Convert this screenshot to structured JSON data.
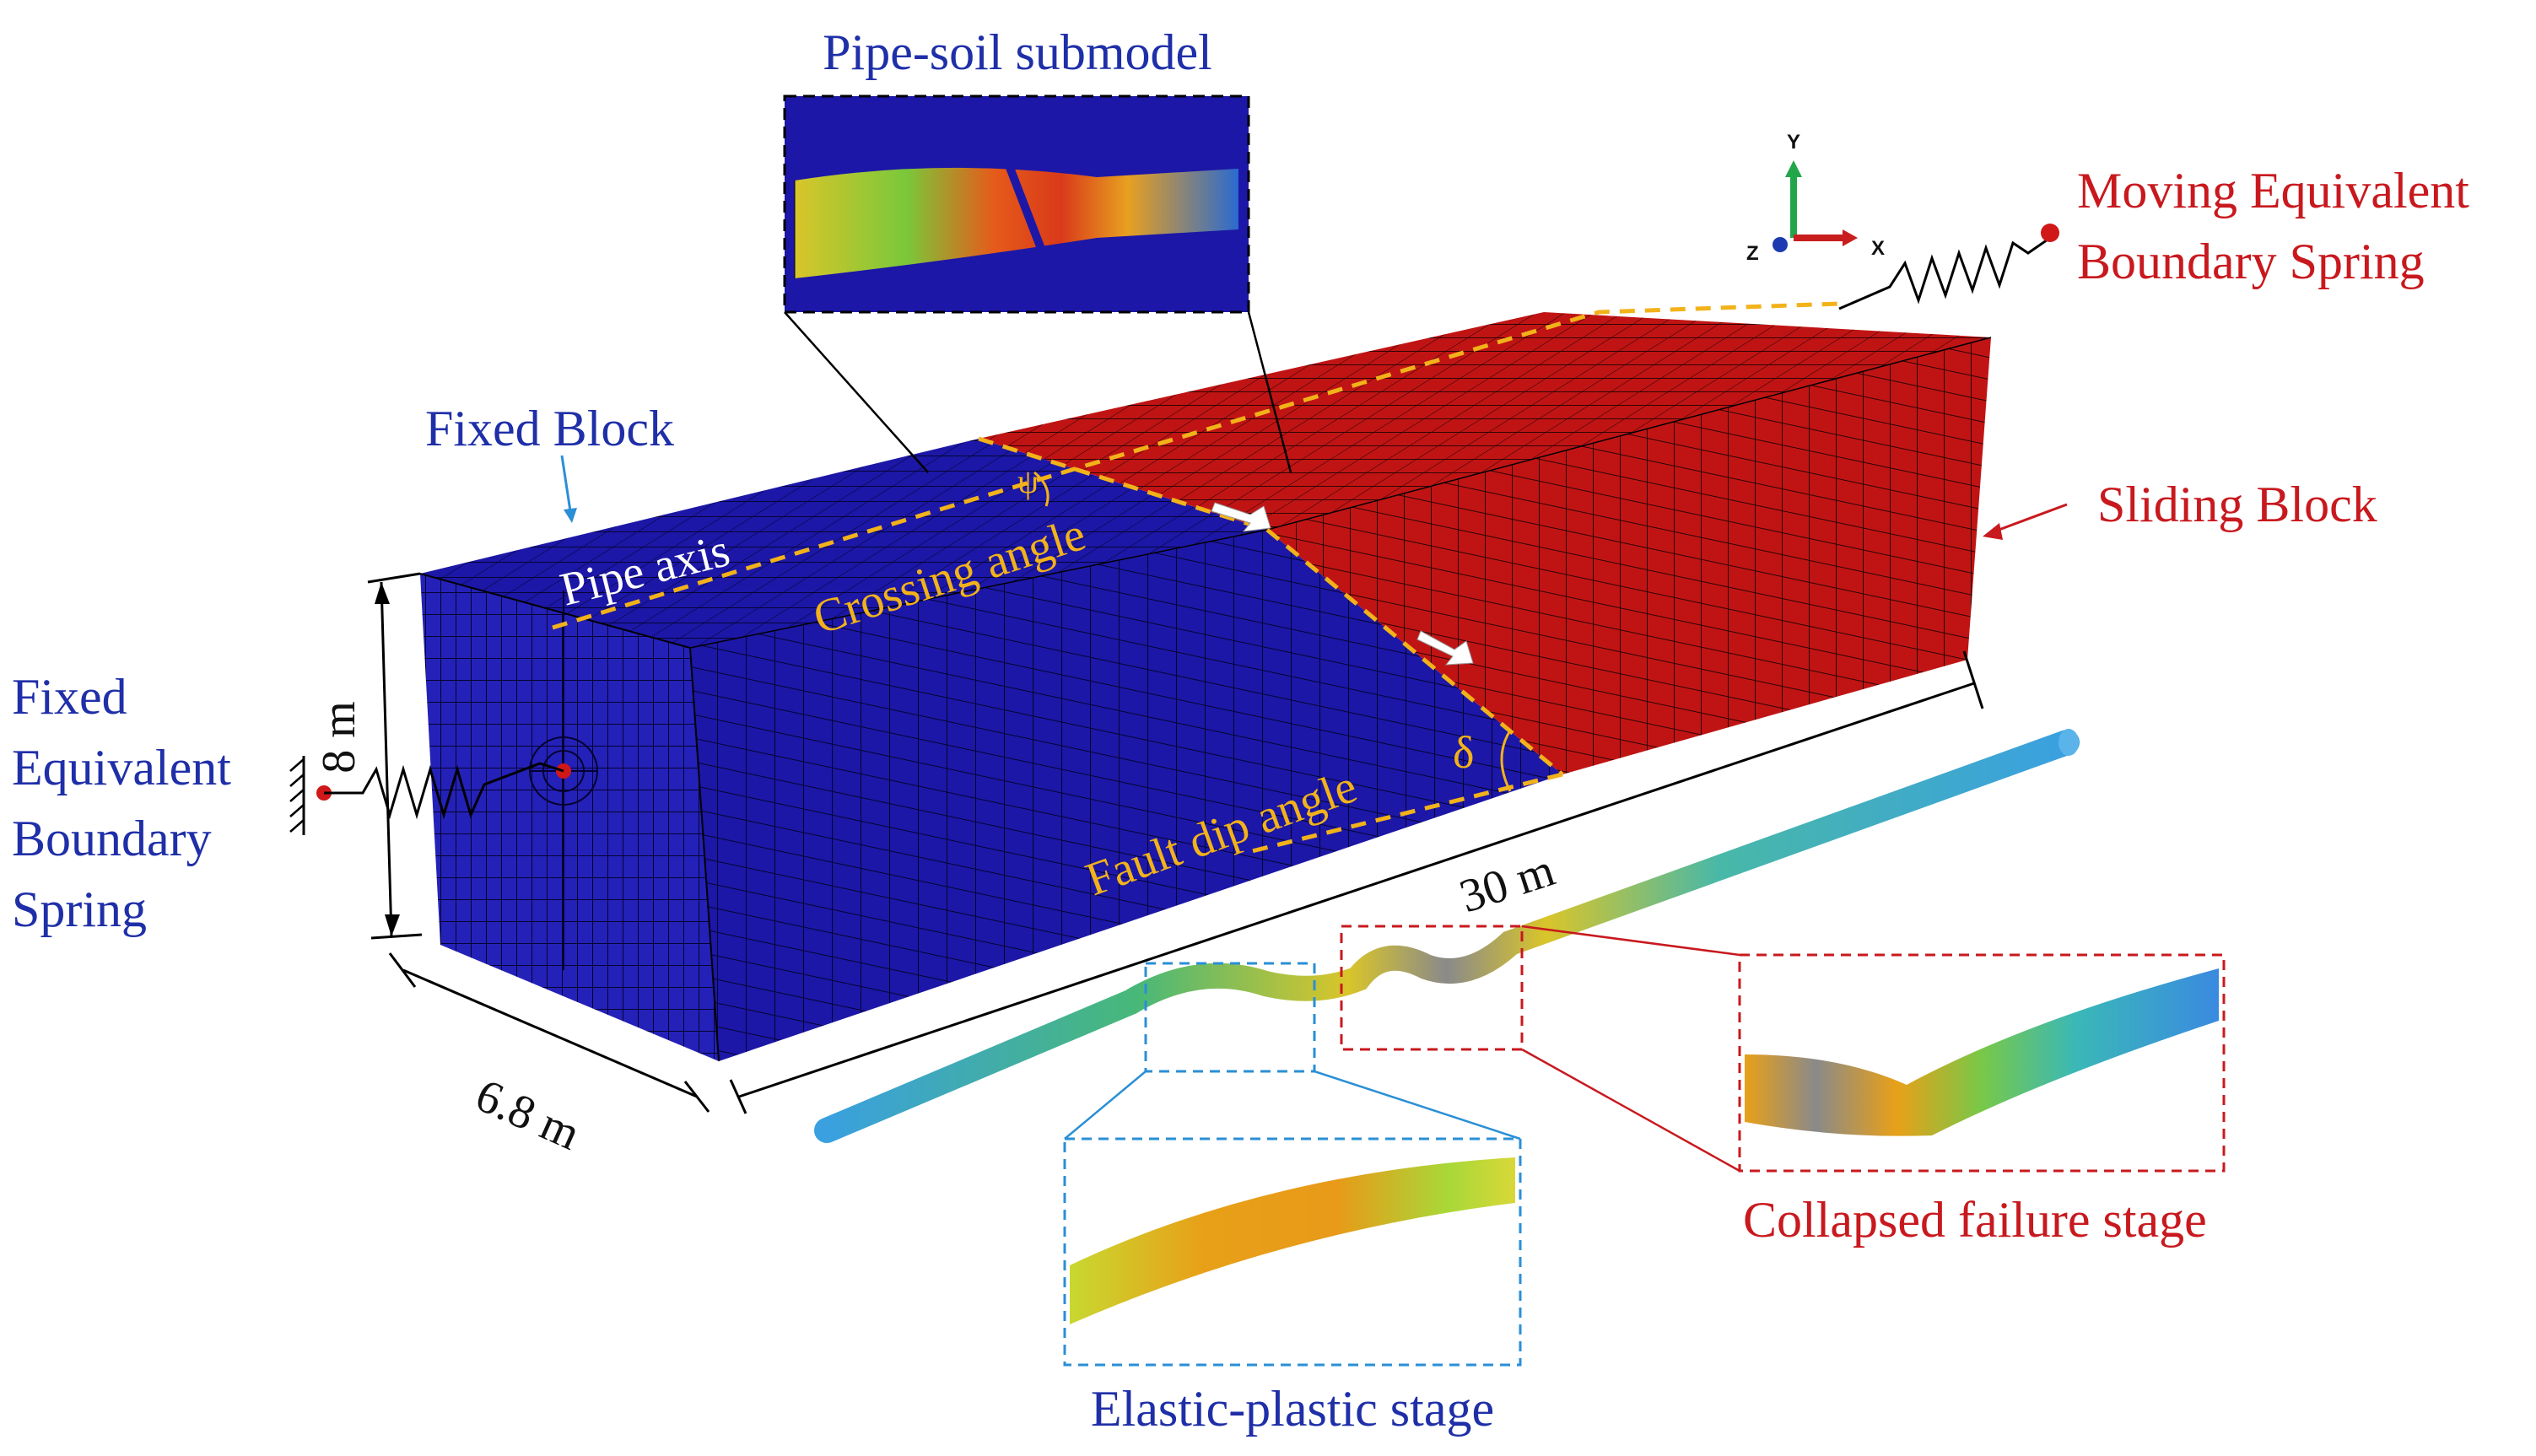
{
  "labels": {
    "pipe_soil_submodel": "Pipe-soil submodel",
    "moving_spring_line1": "Moving Equivalent",
    "moving_spring_line2": "Boundary Spring",
    "fixed_block": "Fixed Block",
    "sliding_block": "Sliding Block",
    "pipe_axis": "Pipe axis",
    "crossing_angle": "Crossing angle",
    "fault_dip_angle": "Fault dip angle",
    "psi": "ψ",
    "delta": "δ",
    "fixed_spring_line1": "Fixed",
    "fixed_spring_line2": "Equivalent",
    "fixed_spring_line3": "Boundary",
    "fixed_spring_line4": "Spring",
    "height": "8 m",
    "width": "6.8 m",
    "length": "30 m",
    "collapsed_stage": "Collapsed failure stage",
    "elastic_plastic_stage": "Elastic-plastic stage",
    "axis_x": "X",
    "axis_y": "Y",
    "axis_z": "Z"
  },
  "colors": {
    "fixed_block": "#1c17a6",
    "sliding_block": "#c01414",
    "mesh_line": "#000000",
    "fault_line": "#f2b21a",
    "label_blue": "#1f2fa8",
    "label_red": "#c8191e",
    "blue_inset_border": "#2a8fd6",
    "red_inset_border": "#c8191e",
    "pipe": "#3aa0e0"
  }
}
